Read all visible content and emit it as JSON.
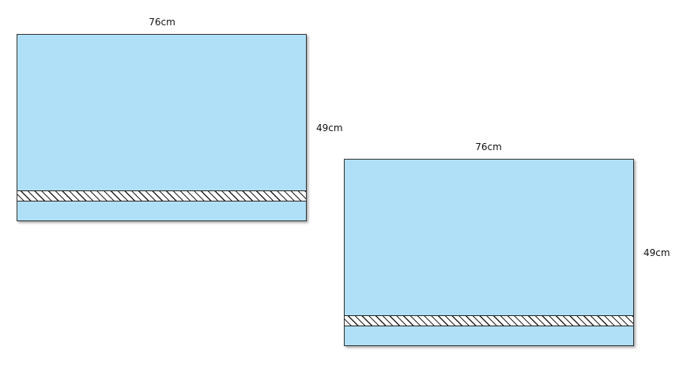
{
  "drapes": [
    {
      "width_label": "76cm",
      "height_label": "49cm"
    },
    {
      "width_label": "76cm",
      "height_label": "49cm"
    }
  ],
  "colors": {
    "drape_fill": "#b0e0f7",
    "outline": "#333333",
    "stripe_hatch": "#222222"
  }
}
